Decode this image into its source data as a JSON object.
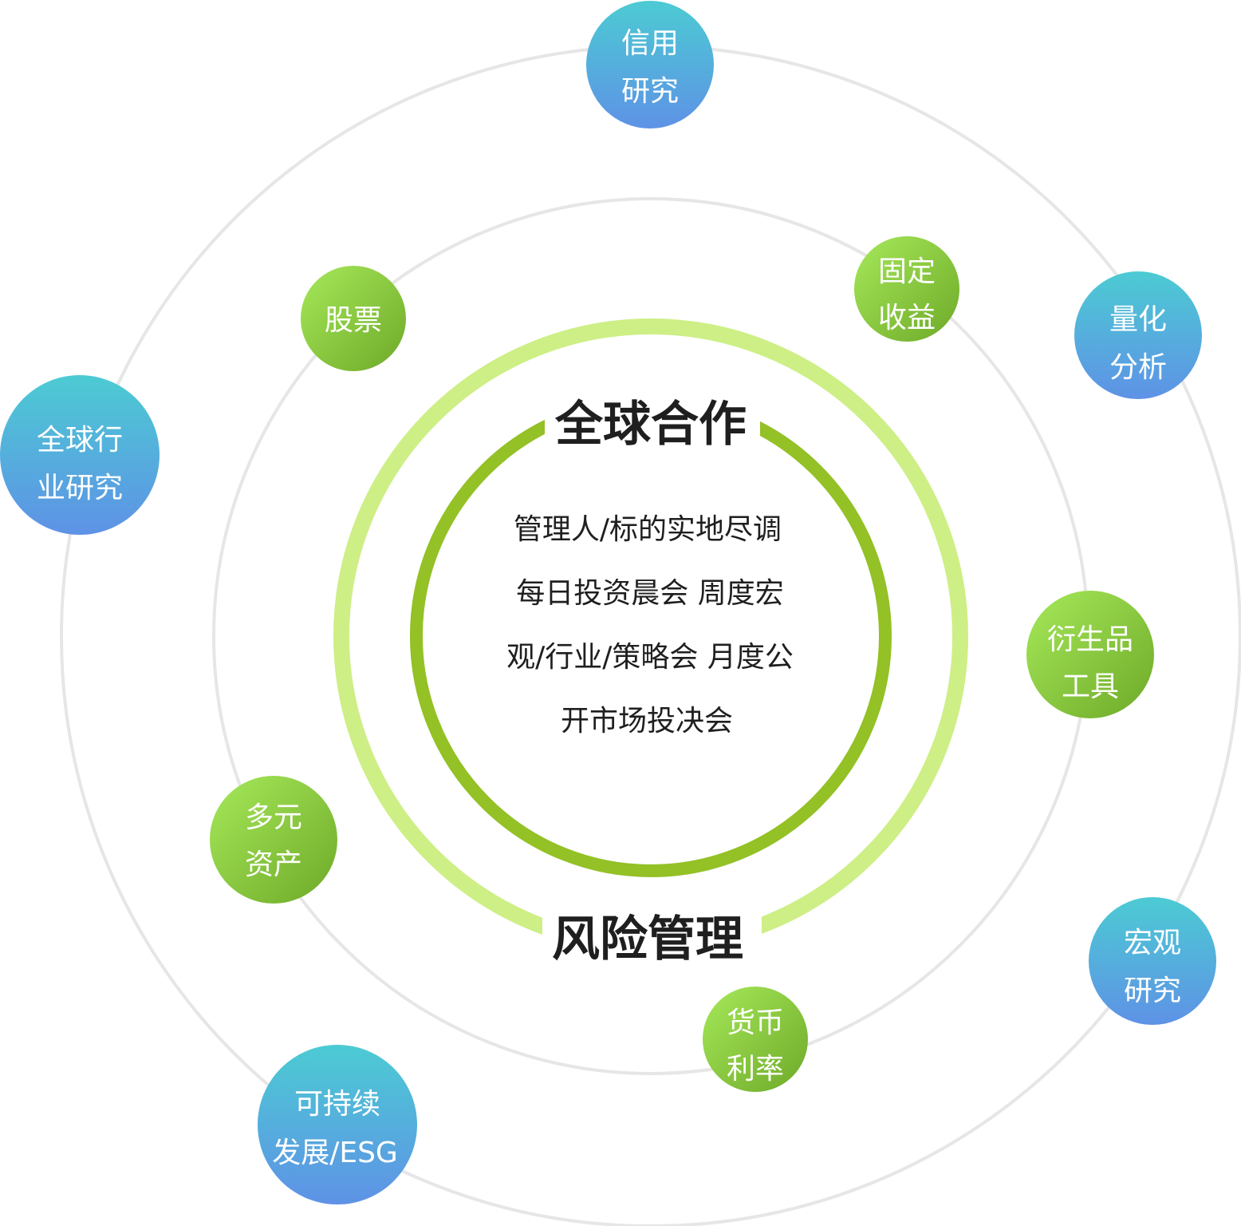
{
  "center": {
    "top_title": "全球合作",
    "bottom_title": "风险管理",
    "body_lines": [
      "管理人/标的实地尽调",
      "每日投资晨会 周度宏",
      "观/行业/策略会 月度公",
      "开市场投决会"
    ]
  },
  "colors": {
    "orbit_line": "#e6e6e6",
    "light_green_ring": "#cdef86",
    "dark_green_ring": "#93c126",
    "green_node_light": "#9de353",
    "green_node_dark": "#72ad2b",
    "blue_node_light": "#4fc8d5",
    "blue_node_dark": "#5b95e4",
    "center_text": "#1f1f1f"
  },
  "inner_orbit_nodes": [
    {
      "id": "stocks",
      "lines": [
        "股票"
      ]
    },
    {
      "id": "fixed-income",
      "lines": [
        "固定",
        "收益"
      ]
    },
    {
      "id": "derivatives",
      "lines": [
        "衍生品",
        "工具"
      ]
    },
    {
      "id": "money-rates",
      "lines": [
        "货币",
        "利率"
      ]
    },
    {
      "id": "multi-asset",
      "lines": [
        "多元",
        "资产"
      ]
    }
  ],
  "outer_orbit_nodes": [
    {
      "id": "credit-research",
      "lines": [
        "信用",
        "研究"
      ]
    },
    {
      "id": "quant-analysis",
      "lines": [
        "量化",
        "分析"
      ]
    },
    {
      "id": "macro-research",
      "lines": [
        "宏观",
        "研究"
      ]
    },
    {
      "id": "sustainable-esg",
      "lines": [
        "可持续",
        "发展/ESG"
      ]
    },
    {
      "id": "global-industry",
      "lines": [
        "全球行",
        "业研究"
      ]
    }
  ]
}
